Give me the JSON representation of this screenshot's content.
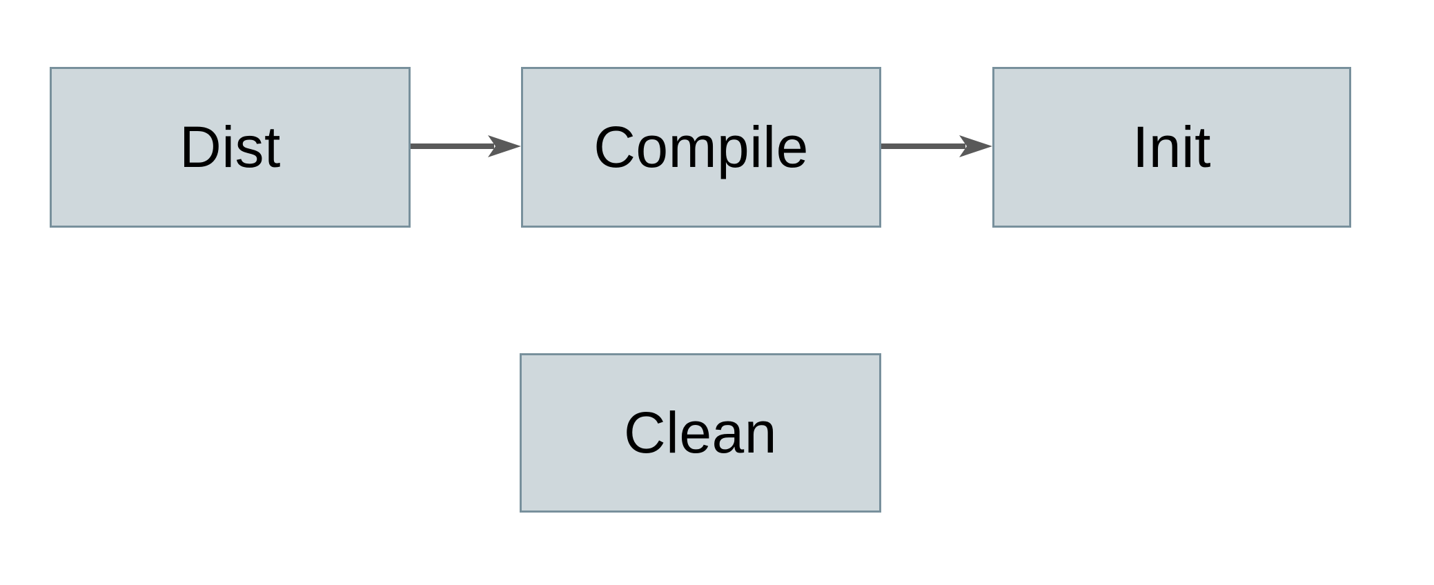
{
  "diagram": {
    "type": "flowchart",
    "nodes": [
      {
        "id": "dist",
        "label": "Dist"
      },
      {
        "id": "compile",
        "label": "Compile"
      },
      {
        "id": "init",
        "label": "Init"
      },
      {
        "id": "clean",
        "label": "Clean"
      }
    ],
    "edges": [
      {
        "from": "Dist",
        "to": "Compile",
        "style": "arrow"
      },
      {
        "from": "Compile",
        "to": "Init",
        "style": "arrow"
      }
    ]
  },
  "colors": {
    "background": "#ffffff",
    "node-fill": "#cfd8dc",
    "node-border": "#78909c",
    "arrow": "#595959",
    "text": "#000000"
  }
}
